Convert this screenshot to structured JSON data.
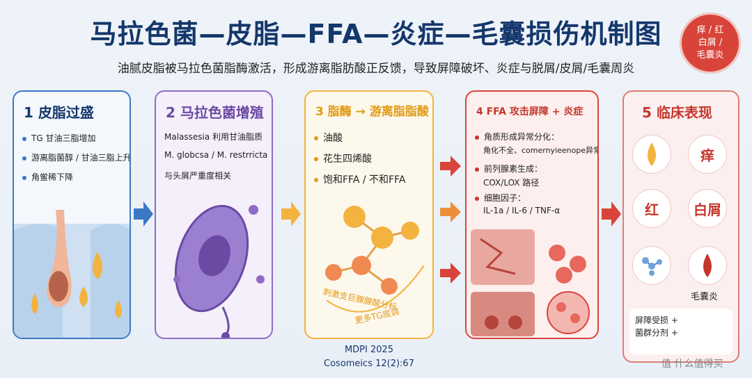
{
  "title": "马拉色菌—皮脂—FFA—炎症—毛囊损伤机制图",
  "subtitle": "油腻皮脂被马拉色菌脂酶激活，形成游离脂肪酸正反馈，导致屏障破坏、炎症与脱屑/皮屑/毛囊周炎",
  "seal": {
    "line1": "痒 / 红",
    "line2": "白屑 /",
    "line3": "毛囊炎"
  },
  "colors": {
    "blue": "#3b78c4",
    "purple": "#8f6bc4",
    "gold": "#f2b340",
    "red": "#d9443a",
    "navy": "#14376b"
  },
  "panels": {
    "p1": {
      "title": "1 皮脂过盛",
      "items": [
        "TG 甘油三脂增加",
        "游离脂菌醇 / 甘油三脂上升",
        "角鲎稀下降"
      ]
    },
    "p2": {
      "title": "2 马拉色菌增殖",
      "lines": [
        "Malassesia 利用甘油脂质",
        "M. globcsa / M. restrricta",
        "与头屑严重度相关"
      ]
    },
    "p3": {
      "title": "3 脂酶 → 游离脂脂酸",
      "items": [
        "油酸",
        "花生四烯酸",
        "饱和FFA / 不和FFA"
      ],
      "curve_text1": "刺激支巨腺腺酸分标",
      "curve_text2": "更多TG底调"
    },
    "p4": {
      "title": "4 FFA 攻击屏障 + 炎症",
      "items": [
        {
          "head": "角质形成异常分化：",
          "sub": "角化不全、comernyieenope异常"
        },
        {
          "head": "前列腺素生成：",
          "sub": "COX/LOX 路径"
        },
        {
          "head": "细胞因子：",
          "sub": "IL-1a / IL-6 / TNF-α"
        }
      ]
    },
    "p5": {
      "title": "5 临床表现",
      "symptoms": [
        "痒",
        "红",
        "白屑"
      ],
      "folliculitis_label": "毛囊炎",
      "box_lines": [
        "屏障受损 +",
        "菌群分剂 +"
      ]
    }
  },
  "citation": {
    "line1": "MDPI 2025",
    "line2": "Cosomeics 12(2):67"
  },
  "watermark": "值 什么值得买"
}
